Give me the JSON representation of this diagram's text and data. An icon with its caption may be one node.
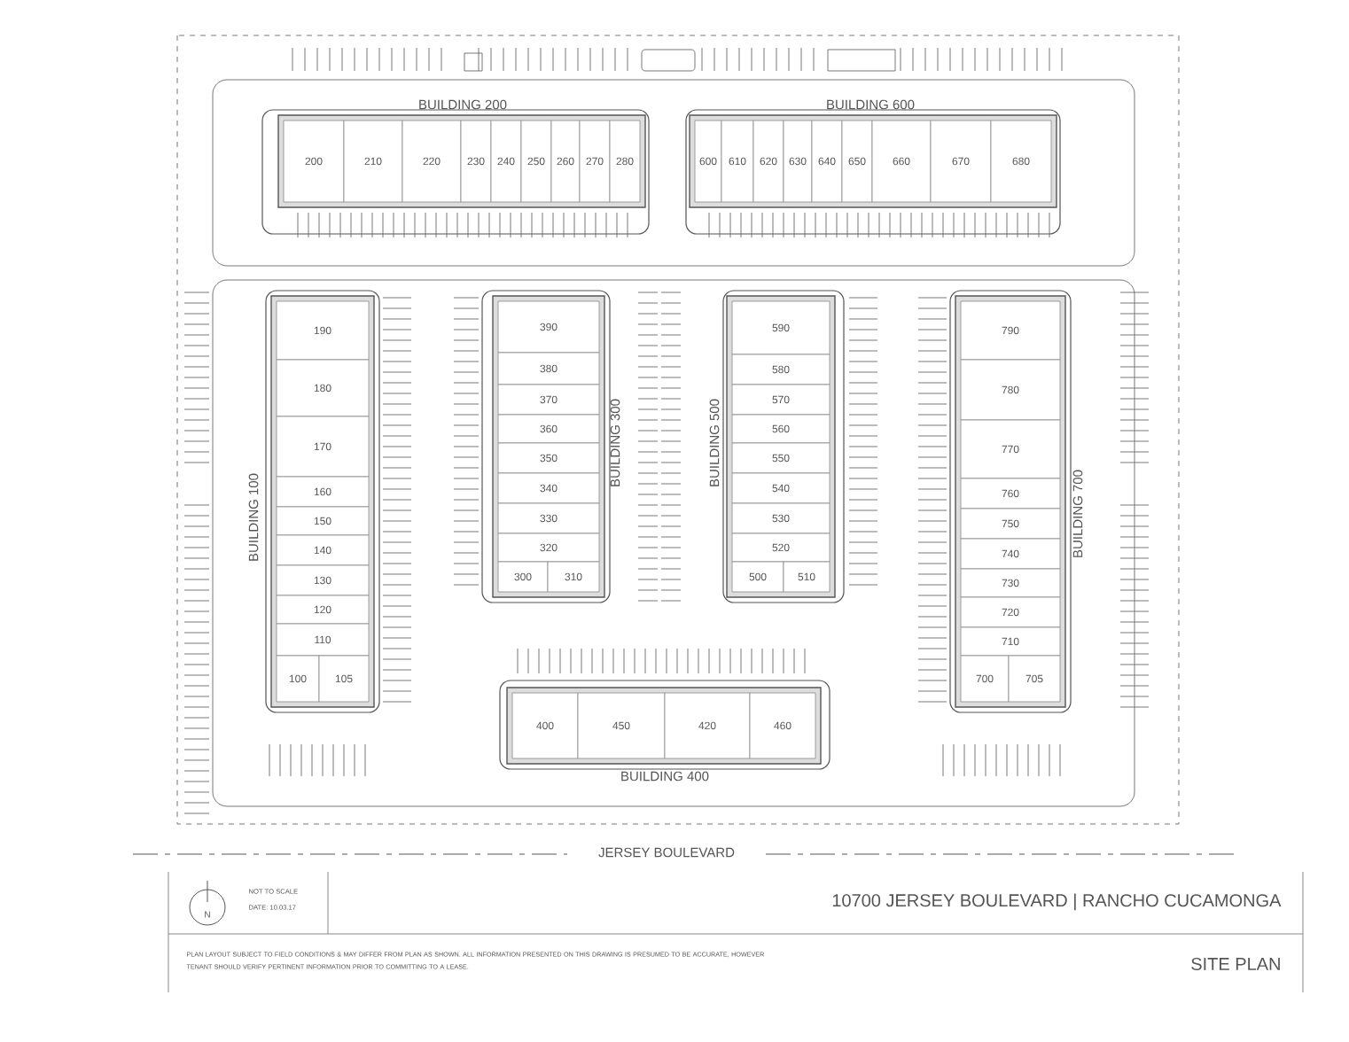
{
  "diagram": {
    "nodes": [
      {
        "text": [
          "BUILDING 200"
        ]
      },
      {
        "text": [
          "200"
        ],
        "in": 0
      },
      {
        "text": [
          "210"
        ],
        "in": 0
      },
      {
        "text": [
          "220"
        ],
        "in": 0
      },
      {
        "text": [
          "230"
        ],
        "in": 0
      },
      {
        "text": [
          "240"
        ],
        "in": 0
      },
      {
        "text": [
          "250"
        ],
        "in": 0
      },
      {
        "text": [
          "260"
        ],
        "in": 0
      },
      {
        "text": [
          "270"
        ],
        "in": 0
      },
      {
        "text": [
          "280"
        ],
        "in": 0
      },
      {
        "text": [
          "BUILDING 600"
        ]
      },
      {
        "text": [
          "600"
        ],
        "in": 10
      },
      {
        "text": [
          "610"
        ],
        "in": 10
      },
      {
        "text": [
          "620"
        ],
        "in": 10
      },
      {
        "text": [
          "630"
        ],
        "in": 10
      },
      {
        "text": [
          "640"
        ],
        "in": 10
      },
      {
        "text": [
          "650"
        ],
        "in": 10
      },
      {
        "text": [
          "660"
        ],
        "in": 10
      },
      {
        "text": [
          "670"
        ],
        "in": 10
      },
      {
        "text": [
          "680"
        ],
        "in": 10
      },
      {
        "text": [
          "BUILDING 100"
        ]
      },
      {
        "text": [
          "190"
        ],
        "in": 20
      },
      {
        "text": [
          "180"
        ],
        "in": 20
      },
      {
        "text": [
          "170"
        ],
        "in": 20
      },
      {
        "text": [
          "160"
        ],
        "in": 20
      },
      {
        "text": [
          "150"
        ],
        "in": 20
      },
      {
        "text": [
          "140"
        ],
        "in": 20
      },
      {
        "text": [
          "130"
        ],
        "in": 20
      },
      {
        "text": [
          "120"
        ],
        "in": 20
      },
      {
        "text": [
          "110"
        ],
        "in": 20
      },
      {
        "text": [
          "100"
        ],
        "in": 20
      },
      {
        "text": [
          "105"
        ],
        "in": 20
      },
      {
        "text": [
          "BUILDING 300"
        ]
      },
      {
        "text": [
          "390"
        ],
        "in": 32
      },
      {
        "text": [
          "380"
        ],
        "in": 32
      },
      {
        "text": [
          "370"
        ],
        "in": 32
      },
      {
        "text": [
          "360"
        ],
        "in": 32
      },
      {
        "text": [
          "350"
        ],
        "in": 32
      },
      {
        "text": [
          "340"
        ],
        "in": 32
      },
      {
        "text": [
          "330"
        ],
        "in": 32
      },
      {
        "text": [
          "320"
        ],
        "in": 32
      },
      {
        "text": [
          "300"
        ],
        "in": 32
      },
      {
        "text": [
          "310"
        ],
        "in": 32
      },
      {
        "text": [
          "BUILDING 500"
        ]
      },
      {
        "text": [
          "590"
        ],
        "in": 43
      },
      {
        "text": [
          "580"
        ],
        "in": 43
      },
      {
        "text": [
          "570"
        ],
        "in": 43
      },
      {
        "text": [
          "560"
        ],
        "in": 43
      },
      {
        "text": [
          "550"
        ],
        "in": 43
      },
      {
        "text": [
          "540"
        ],
        "in": 43
      },
      {
        "text": [
          "530"
        ],
        "in": 43
      },
      {
        "text": [
          "520"
        ],
        "in": 43
      },
      {
        "text": [
          "500"
        ],
        "in": 43
      },
      {
        "text": [
          "510"
        ],
        "in": 43
      },
      {
        "text": [
          "BUILDING 700"
        ]
      },
      {
        "text": [
          "790"
        ],
        "in": 54
      },
      {
        "text": [
          "780"
        ],
        "in": 54
      },
      {
        "text": [
          "770"
        ],
        "in": 54
      },
      {
        "text": [
          "760"
        ],
        "in": 54
      },
      {
        "text": [
          "750"
        ],
        "in": 54
      },
      {
        "text": [
          "740"
        ],
        "in": 54
      },
      {
        "text": [
          "730"
        ],
        "in": 54
      },
      {
        "text": [
          "720"
        ],
        "in": 54
      },
      {
        "text": [
          "710"
        ],
        "in": 54
      },
      {
        "text": [
          "700"
        ],
        "in": 54
      },
      {
        "text": [
          "705"
        ],
        "in": 54
      },
      {
        "text": [
          "BUILDING 400"
        ]
      },
      {
        "text": [
          "400"
        ],
        "in": 66
      },
      {
        "text": [
          "450"
        ],
        "in": 66
      },
      {
        "text": [
          "420"
        ],
        "in": 66
      },
      {
        "text": [
          "460"
        ],
        "in": 66
      }
    ],
    "labels": [
      "JERSEY BOULEVARD",
      "N",
      "NOT TO SCALE",
      "DATE: 10.03.17",
      "10700 JERSEY BOULEVARD | RANCHO CUCAMONGA",
      "PLAN LAYOUT SUBJECT TO FIELD CONDITIONS & MAY DIFFER FROM PLAN AS SHOWN. ALL INFORMATION PRESENTED ON THIS DRAWING IS PRESUMED TO BE ACCURATE, HOWEVER TENANT SHOULD VERIFY PERTINENT INFORMATION PRIOR TO COMMITTING TO A LEASE.",
      "SITE PLAN"
    ]
  }
}
